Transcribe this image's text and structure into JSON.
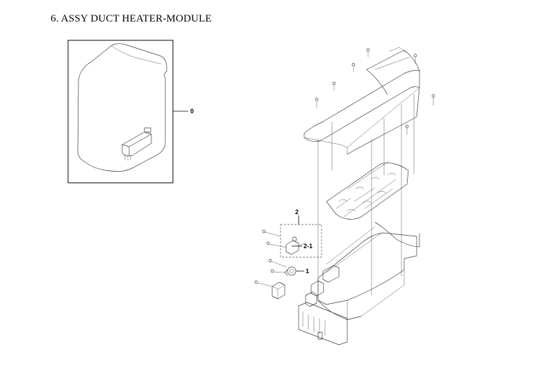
{
  "title": "6. ASSY DUCT HEATER-MODULE",
  "callouts": {
    "assembly": "0",
    "item_1": "1",
    "item_2": "2",
    "item_2_1": "2-1"
  }
}
